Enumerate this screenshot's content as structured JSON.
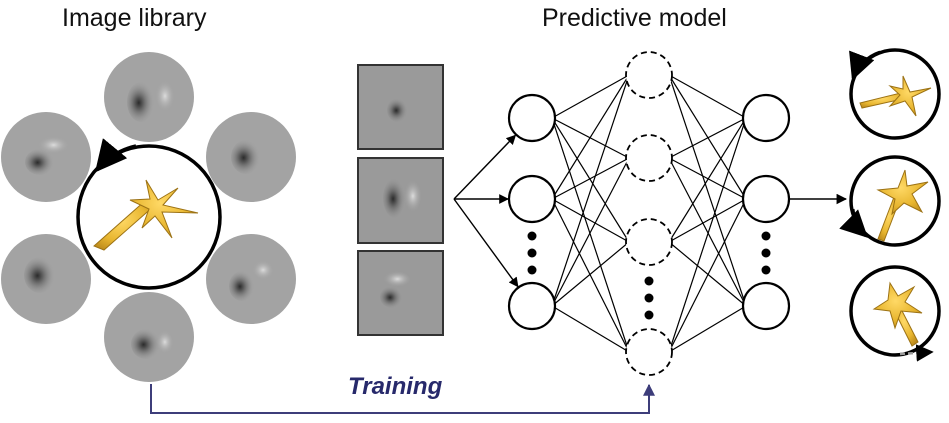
{
  "titles": {
    "image_library": "Image library",
    "predictive_model": "Predictive model"
  },
  "training": {
    "label": "Training"
  },
  "icons": {
    "object": "yellow-3d-star-object",
    "rotation": "rotation-arrow-icon",
    "filter": "grayscale-filter-patch"
  },
  "colors": {
    "object_yellow": "#e8b630",
    "training_arrow": "#3d3d7a",
    "training_text": "#27296b",
    "filter_gray": "#9a9a9a",
    "network_stroke": "#000000"
  }
}
